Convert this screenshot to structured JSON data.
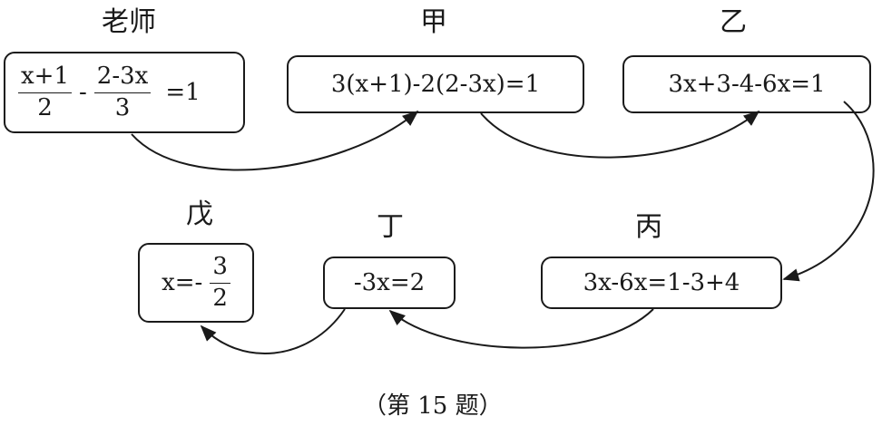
{
  "labels": {
    "teacher": "老师",
    "jia": "甲",
    "yi": "乙",
    "bing": "丙",
    "ding": "丁",
    "wu": "戊"
  },
  "teacher_eq": {
    "frac1_num": "x+1",
    "frac1_den": "2",
    "minus": "-",
    "frac2_num": "2-3x",
    "frac2_den": "3",
    "rhs": "=1"
  },
  "jia_eq": "3(x+1)-2(2-3x)=1",
  "yi_eq": "3x+3-4-6x=1",
  "bing_eq": "3x-6x=1-3+4",
  "ding_eq": "-3x=2",
  "wu_eq": {
    "lhs": "x=-",
    "frac_num": "3",
    "frac_den": "2"
  },
  "caption": "（第 15 题）"
}
